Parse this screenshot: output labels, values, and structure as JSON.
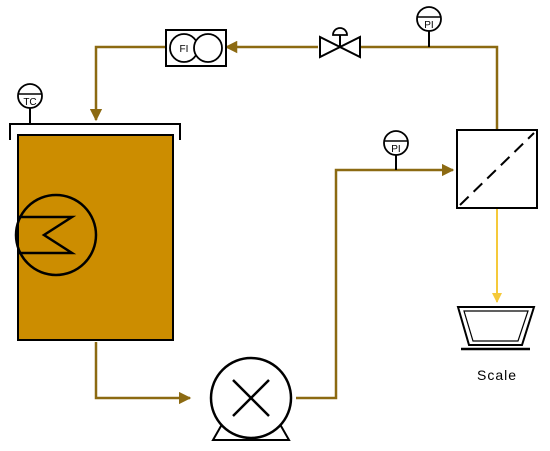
{
  "diagram": {
    "colors": {
      "process_line": "#8c6a12",
      "permeate_line": "#f5c93a",
      "tank_fill": "#cc8d00",
      "outline": "#000000"
    },
    "labels": {
      "temp_controller": "TC",
      "flow_indicator": "FI",
      "pressure_return": "PI",
      "pressure_feed": "PI",
      "scale": "Scale"
    },
    "icons": [
      "temperature-controller-icon",
      "flow-indicator-icon",
      "valve-icon",
      "pressure-gauge-icon",
      "heat-exchanger-coil-icon",
      "pump-icon",
      "membrane-module-icon",
      "scale-bowl-icon"
    ]
  }
}
